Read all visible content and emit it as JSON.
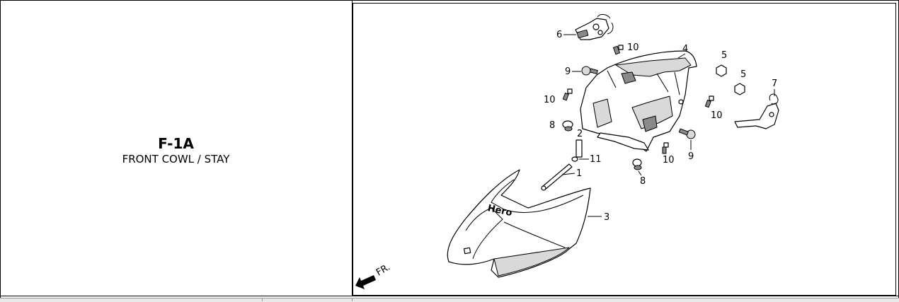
{
  "section": {
    "code": "F-1A",
    "title": "FRONT COWL / STAY"
  },
  "diagram": {
    "direction_label": "FR.",
    "callouts": [
      "1",
      "2",
      "3",
      "4",
      "5",
      "5",
      "6",
      "7",
      "8",
      "8",
      "9",
      "9",
      "10",
      "10",
      "10",
      "10",
      "11"
    ],
    "logo_text": "Hero"
  }
}
